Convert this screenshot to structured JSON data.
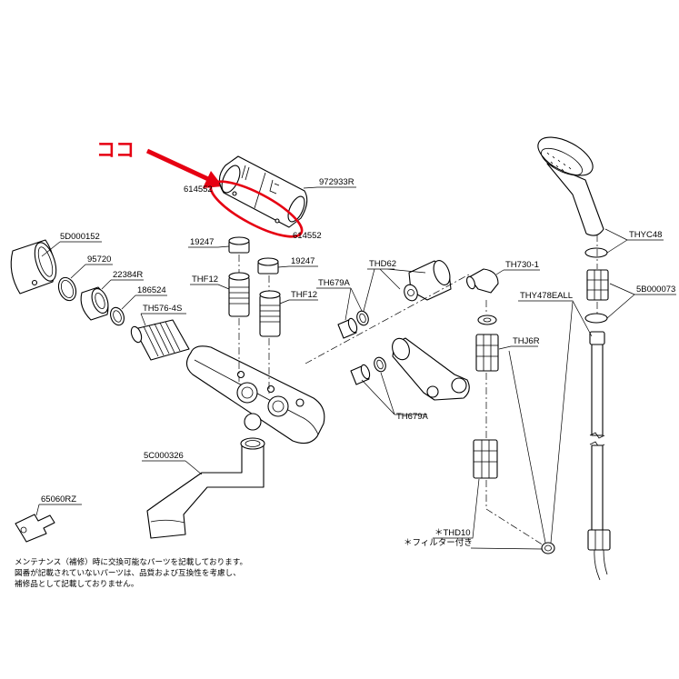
{
  "annotation": {
    "text": "ココ",
    "color": "#e60012"
  },
  "labels": {
    "handle_cap_left": "614552",
    "handle": "972933R",
    "handle_cap_right": "614552",
    "cover": "5D000152",
    "ring_95720": "95720",
    "nut_22384R": "22384R",
    "ring_186524": "186524",
    "th576": "TH576-4S",
    "nut_19247_left": "19247",
    "thf12_left": "THF12",
    "nut_19247_right": "19247",
    "thf12_right": "THF12",
    "th679a_top": "TH679A",
    "thd62": "THD62",
    "th730": "TH730-1",
    "thy478eall": "THY478EALL",
    "thyc48": "THYC48",
    "part_5b000073": "5B000073",
    "thj6r": "THJ6R",
    "th679a_bottom": "TH679A",
    "spout": "5C000326",
    "key": "65060RZ",
    "thd10": "＊THD10",
    "filter_note": "＊フィルター付き"
  },
  "footer": [
    "メンテナンス（補修）時に交換可能なパーツを記載しております。",
    "図番が記載されていないパーツは、品質および互換性を考慮し、",
    "補修品として記載しておりません。"
  ],
  "colors": {
    "highlight": "#e60012",
    "line": "#000000"
  }
}
